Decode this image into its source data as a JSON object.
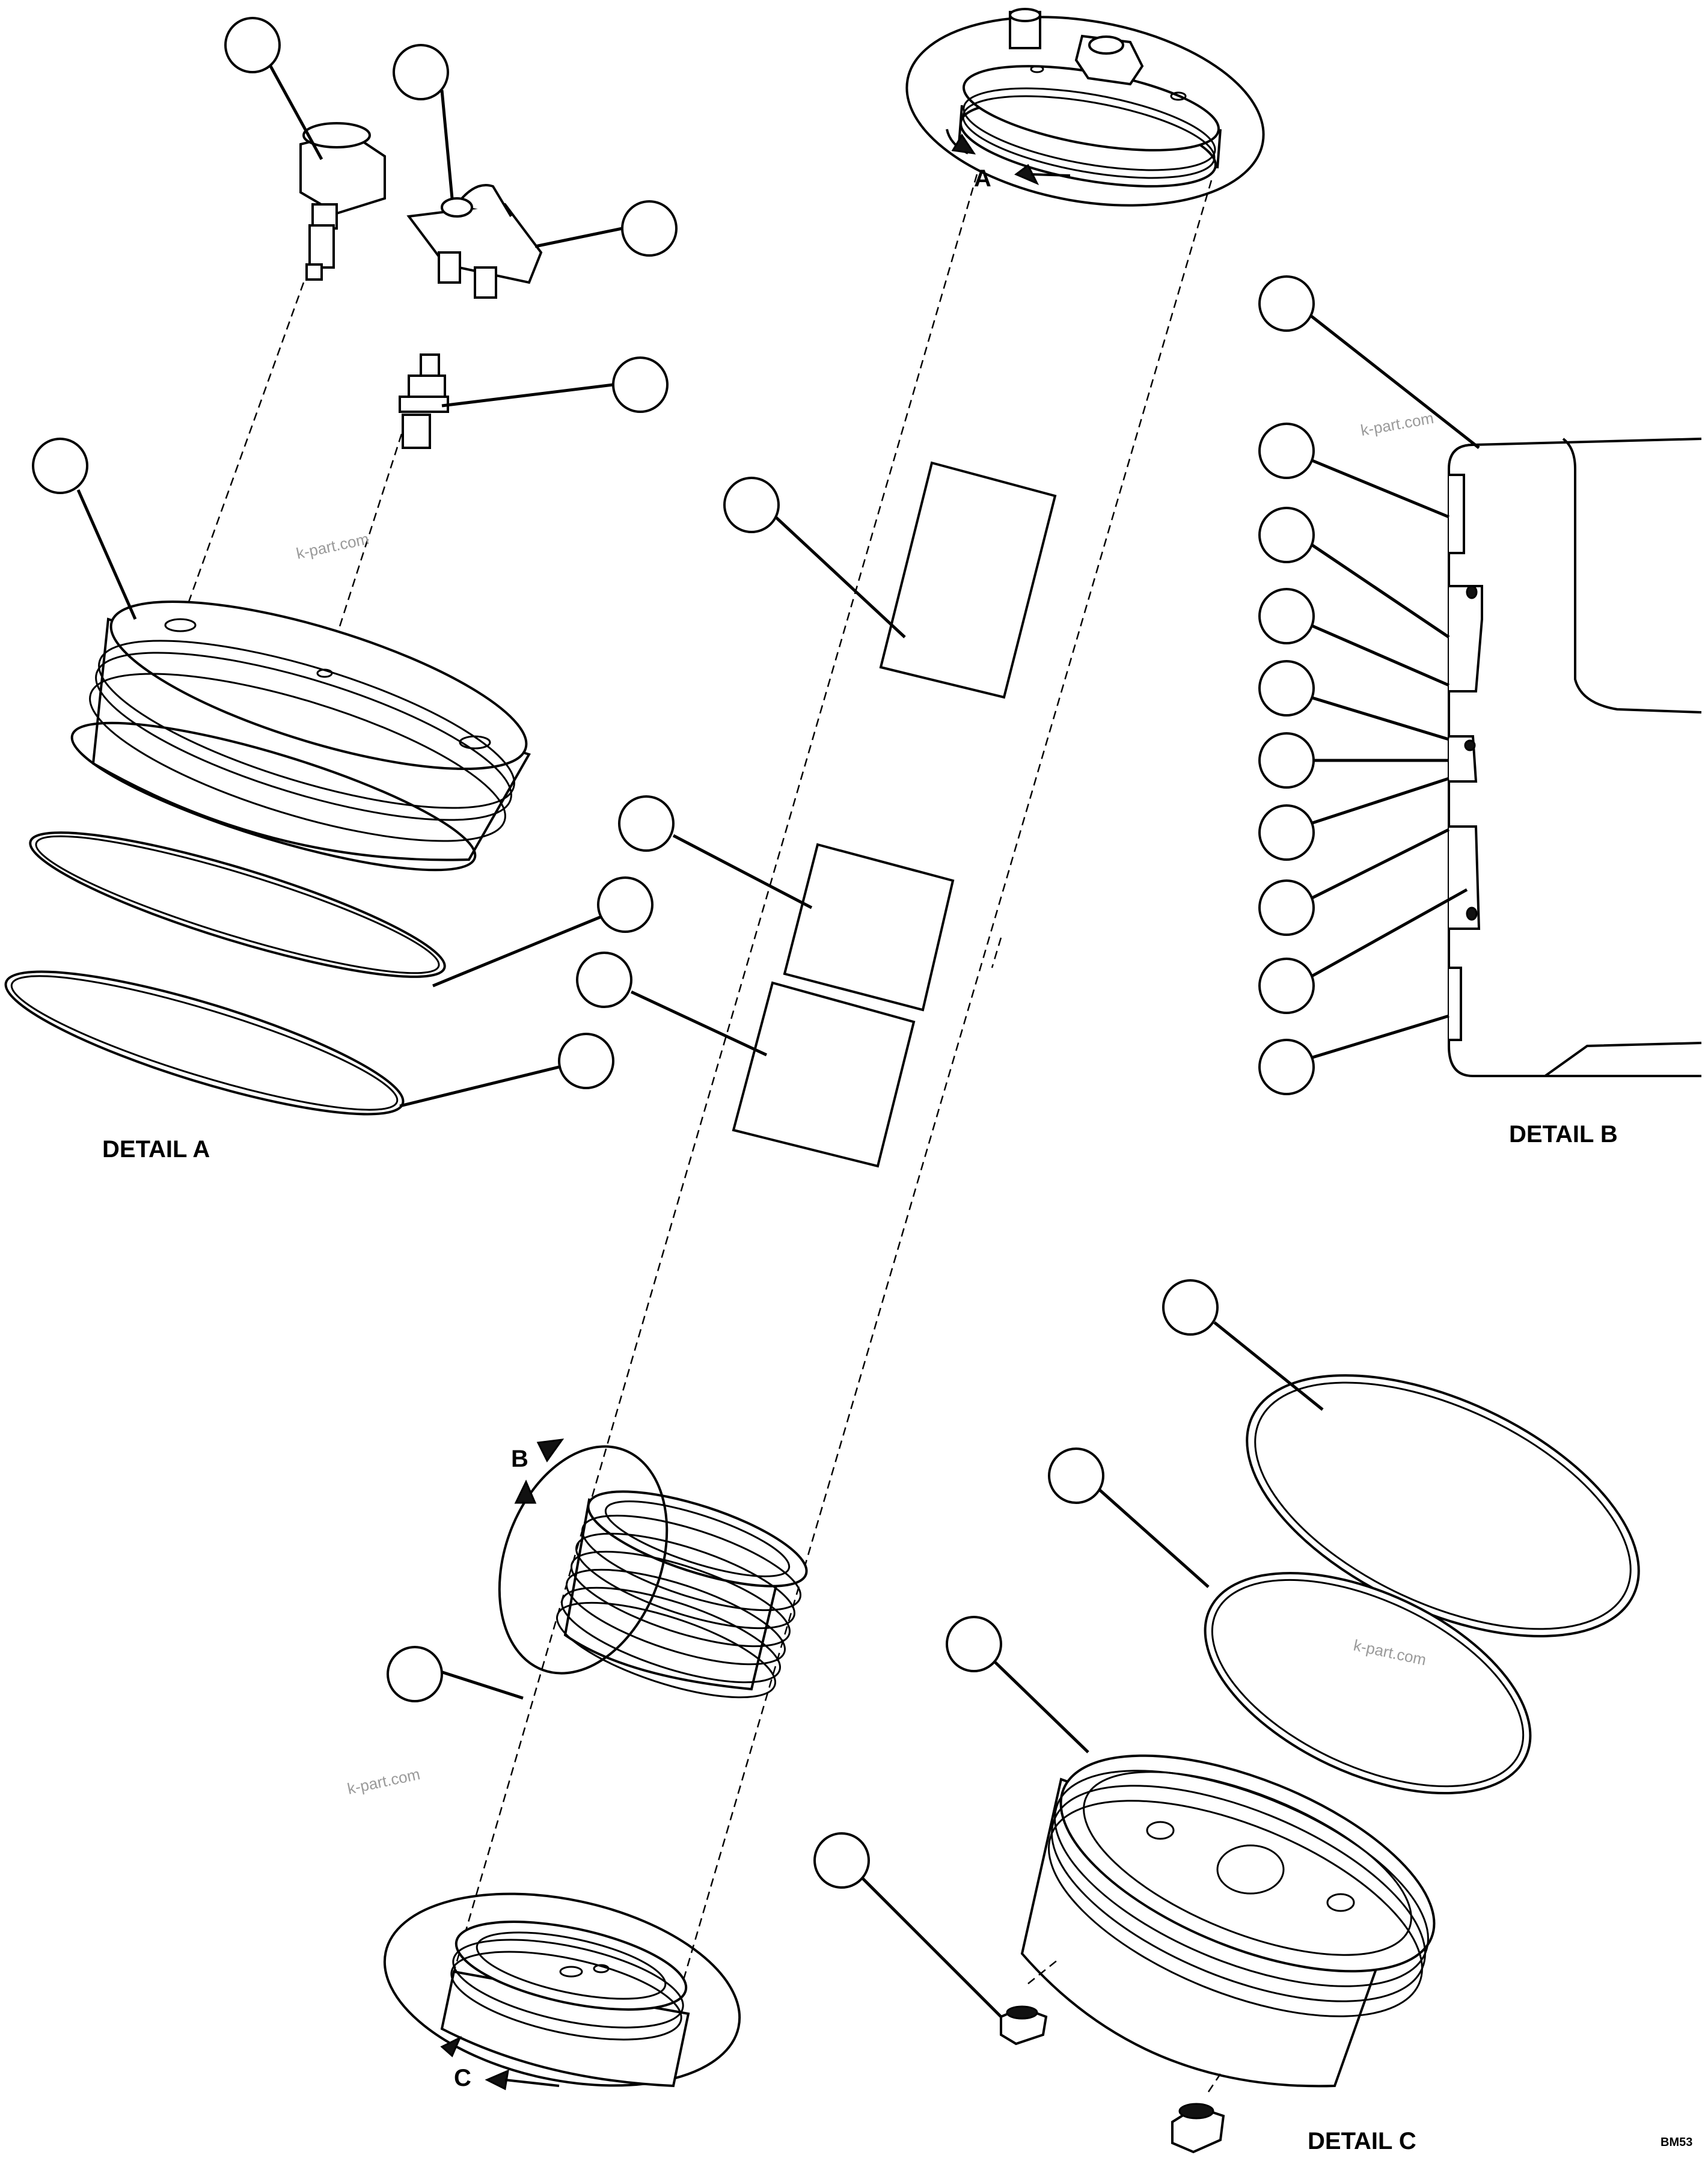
{
  "labels": {
    "detail_a": "DETAIL A",
    "detail_b": "DETAIL B",
    "detail_c": "DETAIL C",
    "view_a": "A",
    "view_b": "B",
    "view_c": "C",
    "drawing_code": "BM53"
  },
  "watermarks": [
    "k-part.com",
    "k-part.com",
    "k-part.com",
    "k-part.com"
  ]
}
